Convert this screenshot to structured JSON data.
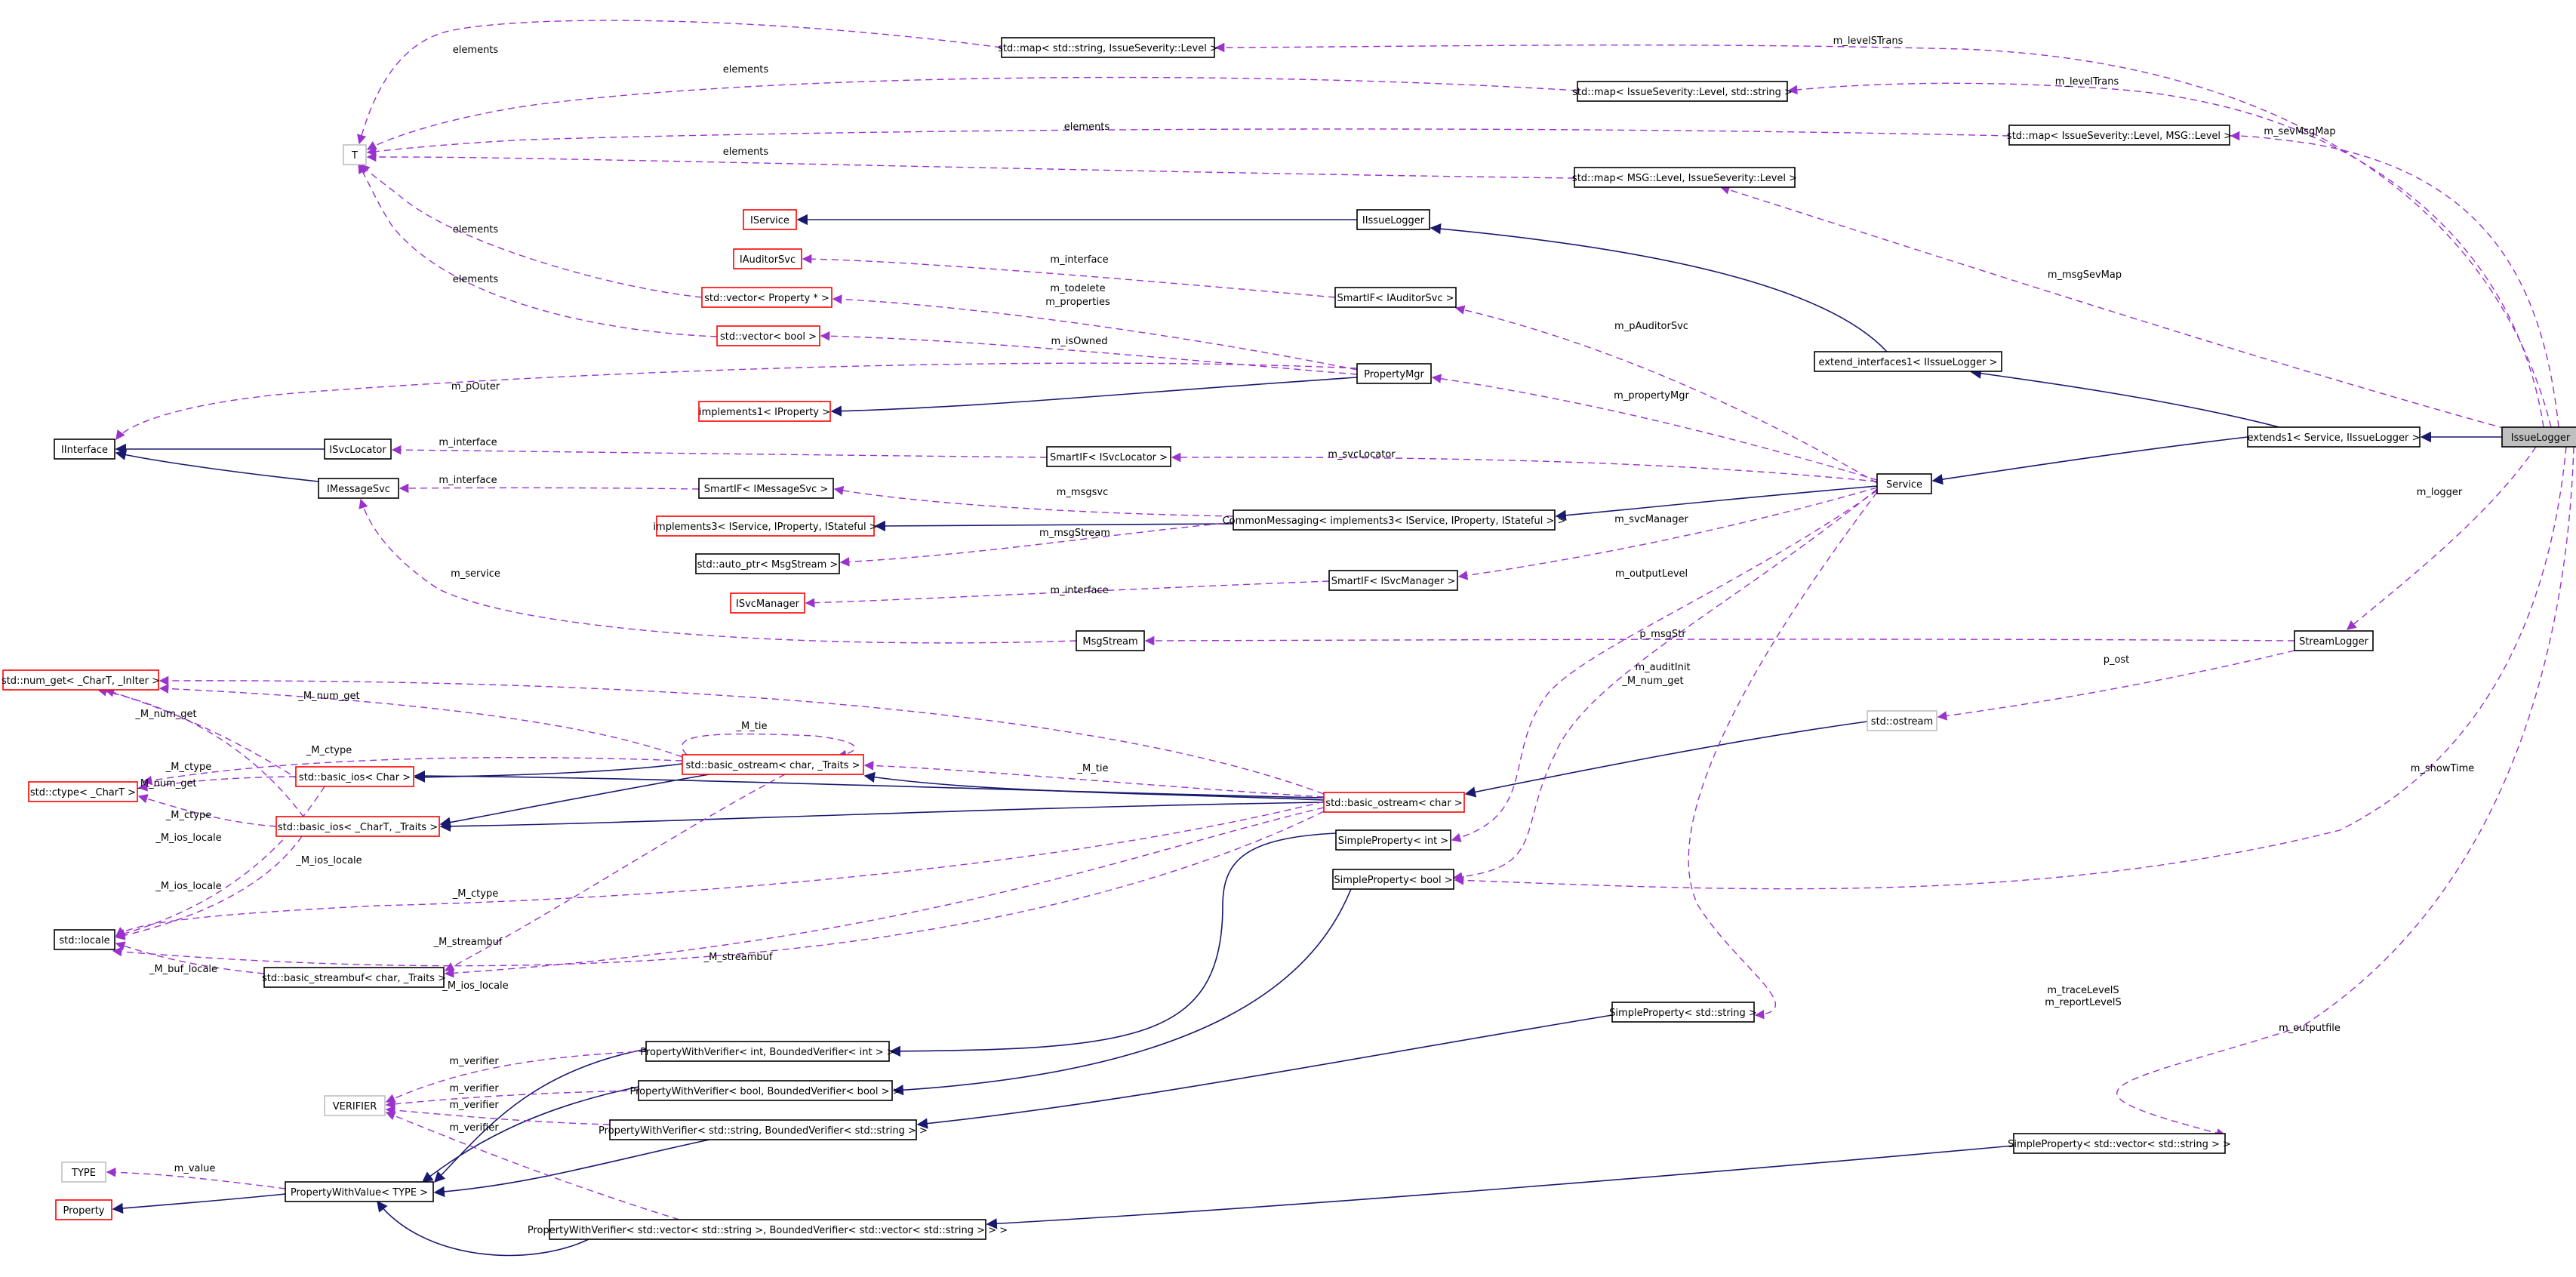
{
  "nodes": {
    "IssueLogger": {
      "label": "IssueLogger",
      "style": "highlight"
    },
    "extends1": {
      "label": "extends1< Service, IIssueLogger >",
      "style": "black"
    },
    "extend_interfaces1": {
      "label": "extend_interfaces1< IIssueLogger >",
      "style": "black"
    },
    "Service": {
      "label": "Service",
      "style": "black"
    },
    "StreamLogger": {
      "label": "StreamLogger",
      "style": "black"
    },
    "map_levelSTrans": {
      "label": "std::map< std::string, IssueSeverity::Level >",
      "style": "black"
    },
    "map_levelTrans": {
      "label": "std::map< IssueSeverity::Level, std::string >",
      "style": "black"
    },
    "map_sevMsgMap": {
      "label": "std::map< IssueSeverity::Level, MSG::Level >",
      "style": "black"
    },
    "map_msgSevMap": {
      "label": "std::map< MSG::Level, IssueSeverity::Level >",
      "style": "black"
    },
    "T": {
      "label": "T",
      "style": "gray"
    },
    "IService": {
      "label": "IService",
      "style": "red"
    },
    "IIssueLogger": {
      "label": "IIssueLogger",
      "style": "black"
    },
    "IAuditorSvc": {
      "label": "IAuditorSvc",
      "style": "red"
    },
    "SmartIF_IAuditorSvc": {
      "label": "SmartIF< IAuditorSvc >",
      "style": "black"
    },
    "vector_Property": {
      "label": "std::vector< Property * >",
      "style": "red"
    },
    "vector_bool": {
      "label": "std::vector< bool >",
      "style": "red"
    },
    "PropertyMgr": {
      "label": "PropertyMgr",
      "style": "black"
    },
    "implements1_IProperty": {
      "label": "implements1< IProperty >",
      "style": "red"
    },
    "IInterface": {
      "label": "IInterface",
      "style": "black"
    },
    "ISvcLocator": {
      "label": "ISvcLocator",
      "style": "black"
    },
    "SmartIF_ISvcLocator": {
      "label": "SmartIF< ISvcLocator >",
      "style": "black"
    },
    "IMessageSvc": {
      "label": "IMessageSvc",
      "style": "black"
    },
    "SmartIF_IMessageSvc": {
      "label": "SmartIF< IMessageSvc >",
      "style": "black"
    },
    "implements3": {
      "label": "implements3< IService, IProperty, IStateful >",
      "style": "red"
    },
    "CommonMessaging": {
      "label": "CommonMessaging< implements3< IService, IProperty, IStateful > >",
      "style": "black"
    },
    "auto_ptr_MsgStream": {
      "label": "std::auto_ptr< MsgStream >",
      "style": "black"
    },
    "ISvcManager": {
      "label": "ISvcManager",
      "style": "red"
    },
    "SmartIF_ISvcManager": {
      "label": "SmartIF< ISvcManager >",
      "style": "black"
    },
    "MsgStream": {
      "label": "MsgStream",
      "style": "black"
    },
    "num_get": {
      "label": "std::num_get< _CharT, _InIter >",
      "style": "red"
    },
    "ctype": {
      "label": "std::ctype< _CharT >",
      "style": "red"
    },
    "basic_ios_char": {
      "label": "std::basic_ios< Char >",
      "style": "red"
    },
    "basic_ostream_traits": {
      "label": "std::basic_ostream< char, _Traits >",
      "style": "red"
    },
    "basic_ios_traits": {
      "label": "std::basic_ios< _CharT, _Traits >",
      "style": "red"
    },
    "basic_ostream_char": {
      "label": "std::basic_ostream< char >",
      "style": "red"
    },
    "ostream": {
      "label": "std::ostream",
      "style": "gray"
    },
    "locale": {
      "label": "std::locale",
      "style": "black"
    },
    "basic_streambuf": {
      "label": "std::basic_streambuf< char, _Traits >",
      "style": "black"
    },
    "SimpleProperty_int": {
      "label": "SimpleProperty< int >",
      "style": "black"
    },
    "SimpleProperty_bool": {
      "label": "SimpleProperty< bool >",
      "style": "black"
    },
    "SimpleProperty_string": {
      "label": "SimpleProperty< std::string >",
      "style": "black"
    },
    "SimpleProperty_vector": {
      "label": "SimpleProperty< std::vector< std::string > >",
      "style": "black"
    },
    "VERIFIER": {
      "label": "VERIFIER",
      "style": "gray"
    },
    "PWV_int": {
      "label": "PropertyWithVerifier< int, BoundedVerifier< int > >",
      "style": "black"
    },
    "PWV_bool": {
      "label": "PropertyWithVerifier< bool, BoundedVerifier< bool > >",
      "style": "black"
    },
    "PWV_string": {
      "label": "PropertyWithVerifier< std::string, BoundedVerifier< std::string > >",
      "style": "black"
    },
    "PWV_vector": {
      "label": "PropertyWithVerifier< std::vector< std::string >, BoundedVerifier< std::vector< std::string > > >",
      "style": "black"
    },
    "TYPE": {
      "label": "TYPE",
      "style": "gray"
    },
    "Property": {
      "label": "Property",
      "style": "red"
    },
    "PropertyWithValue": {
      "label": "PropertyWithValue< TYPE >",
      "style": "black"
    }
  },
  "edge_labels": {
    "m_levelSTrans": "m_levelSTrans",
    "m_levelTrans": "m_levelTrans",
    "m_sevMsgMap": "m_sevMsgMap",
    "m_msgSevMap": "m_msgSevMap",
    "elements_1": "elements",
    "elements_2": "elements",
    "elements_3": "elements",
    "elements_4": "elements",
    "elements_5": "elements",
    "elements_6": "elements",
    "m_interface_auditor": "m_interface",
    "m_todelete": "m_todelete",
    "m_properties": "m_properties",
    "m_isOwned": "m_isOwned",
    "m_pAuditorSvc": "m_pAuditorSvc",
    "m_pOuter": "m_pOuter",
    "m_propertyMgr": "m_propertyMgr",
    "m_interface_svclocator": "m_interface",
    "m_svcLocator": "m_svcLocator",
    "m_interface_msgsvc": "m_interface",
    "m_msgsvc": "m_msgsvc",
    "m_msgStream": "m_msgStream",
    "m_svcManager": "m_svcManager",
    "m_interface_svcmgr": "m_interface",
    "m_service": "m_service",
    "m_outputLevel": "m_outputLevel",
    "m_logger": "m_logger",
    "p_msgStr": "p_msgStr",
    "p_ost": "p_ost",
    "M_num_get_1": "_M_num_get",
    "M_num_get_2": "_M_num_get",
    "M_num_get_3": "_M_num_get",
    "M_num_get_4": "_M_num_get",
    "M_tie_1": "_M_tie",
    "M_tie_2": "_M_tie",
    "M_ctype_1": "_M_ctype",
    "M_ctype_2": "_M_ctype",
    "M_ctype_3": "_M_ctype",
    "M_ctype_4": "_M_ctype",
    "M_ios_locale_1": "_M_ios_locale",
    "M_ios_locale_2": "_M_ios_locale",
    "M_ios_locale_3": "_M_ios_locale",
    "M_ios_locale_4": "_M_ios_locale",
    "m_auditInit": "m_auditInit",
    "m_showTime": "m_showTime",
    "M_streambuf_1": "_M_streambuf",
    "M_streambuf_2": "_M_streambuf",
    "M_buf_locale": "_M_buf_locale",
    "m_traceLevelS": "m_traceLevelS",
    "m_reportLevelS": "m_reportLevelS",
    "m_outputfile": "m_outputfile",
    "m_verifier_1": "m_verifier",
    "m_verifier_2": "m_verifier",
    "m_verifier_3": "m_verifier",
    "m_verifier_4": "m_verifier",
    "m_value": "m_value"
  },
  "colors": {
    "inheritance": "#191970",
    "usage": "#9a32cd",
    "node_border_black": "#000000",
    "node_border_red": "#ff0000",
    "node_border_gray": "#bfbfbf",
    "highlight_fill": "#bfbfbf"
  }
}
